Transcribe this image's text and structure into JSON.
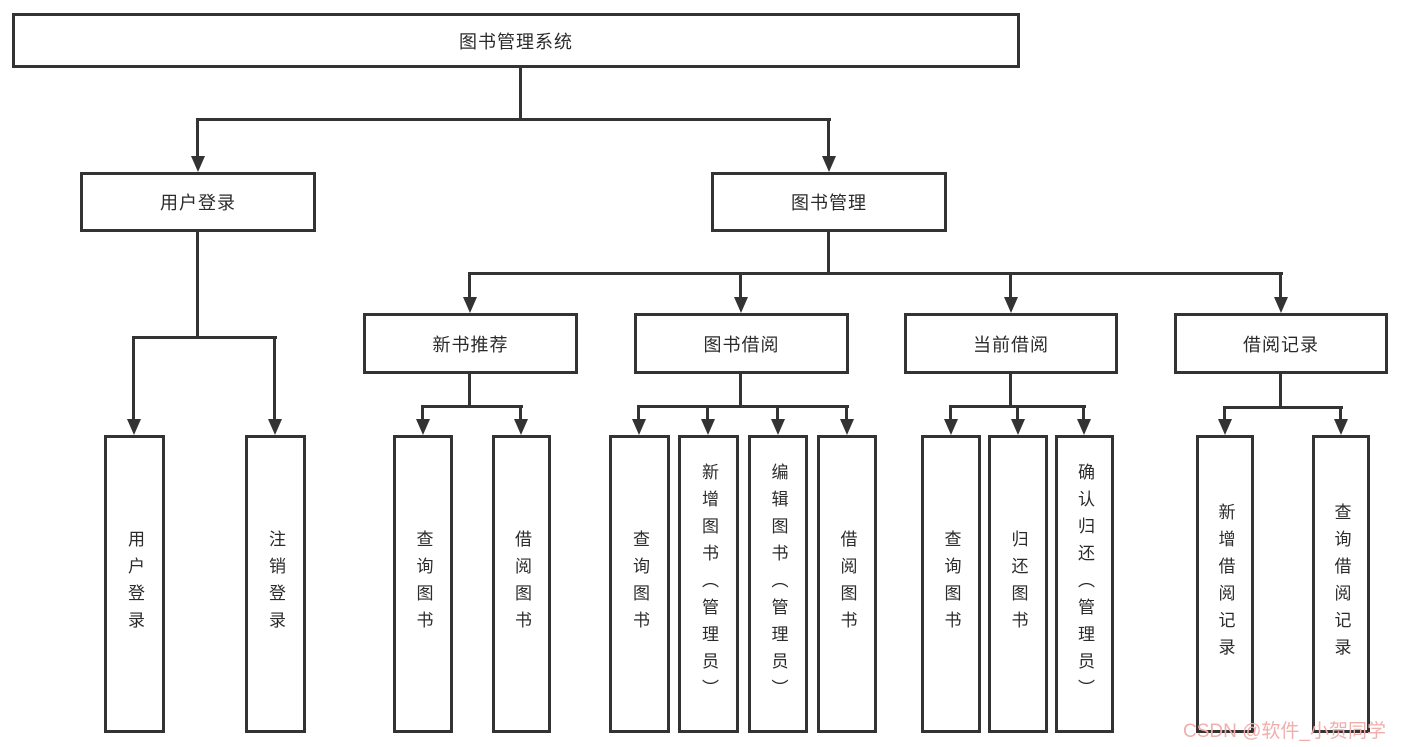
{
  "diagram": {
    "root": {
      "label": "图书管理系统"
    },
    "level2": [
      {
        "label": "用户登录"
      },
      {
        "label": "图书管理"
      }
    ],
    "level3": [
      {
        "label": "新书推荐"
      },
      {
        "label": "图书借阅"
      },
      {
        "label": "当前借阅"
      },
      {
        "label": "借阅记录"
      }
    ],
    "leaves": {
      "login": [
        {
          "label": "用户登录"
        },
        {
          "label": "注销登录"
        }
      ],
      "recommend": [
        {
          "label": "查询图书"
        },
        {
          "label": "借阅图书"
        }
      ],
      "borrow": [
        {
          "label": "查询图书"
        },
        {
          "label": "新增图书（管理员）"
        },
        {
          "label": "编辑图书（管理员）"
        },
        {
          "label": "借阅图书"
        }
      ],
      "current": [
        {
          "label": "查询图书"
        },
        {
          "label": "归还图书"
        },
        {
          "label": "确认归还（管理员）"
        }
      ],
      "records": [
        {
          "label": "新增借阅记录"
        },
        {
          "label": "查询借阅记录"
        }
      ]
    }
  },
  "watermark": {
    "text": "CSDN @软件_小贺同学"
  },
  "colors": {
    "line": "#333333",
    "box_border": "#333333",
    "text": "#2b2b2b",
    "watermark": "#f0afad",
    "background": "#ffffff"
  }
}
